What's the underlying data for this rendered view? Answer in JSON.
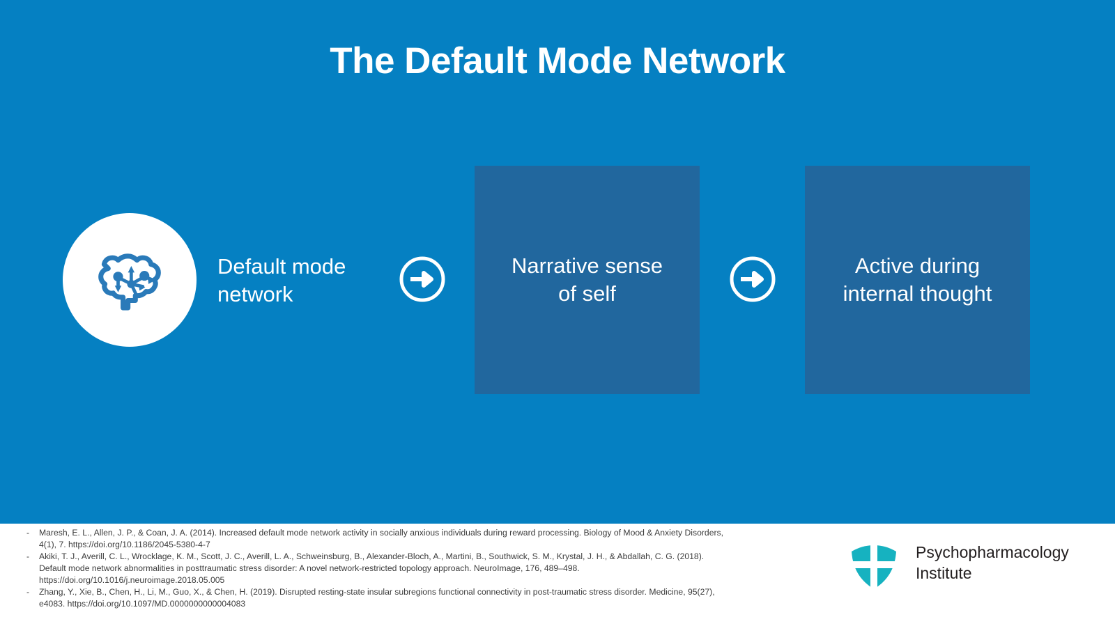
{
  "slide": {
    "title": "The Default Mode Network",
    "background_color": "#0580c2",
    "panel_color": "#21679e"
  },
  "flow": {
    "brain_icon": "brain-network-icon",
    "left_label": "Default mode\nnetwork",
    "arrow_1": "arrow-right-circle-icon",
    "panel_1": "Narrative sense\nof self",
    "arrow_2": "arrow-right-circle-icon",
    "panel_2": "Active during\ninternal thought"
  },
  "footer": {
    "bullet": "-",
    "references": [
      "Maresh, E. L., Allen, J. P., & Coan, J. A. (2014). Increased default mode network activity in socially anxious individuals during reward processing. Biology of Mood & Anxiety Disorders, 4(1), 7. https://doi.org/10.1186/2045-5380-4-7",
      "Akiki, T. J., Averill, C. L., Wrocklage, K. M., Scott, J. C., Averill, L. A., Schweinsburg, B., Alexander-Bloch, A., Martini, B., Southwick, S. M., Krystal, J. H., & Abdallah, C. G. (2018). Default mode network abnormalities in posttraumatic stress disorder: A novel network-restricted topology approach. NeuroImage, 176, 489–498. https://doi.org/10.1016/j.neuroimage.2018.05.005",
      "Zhang, Y., Xie, B., Chen, H., Li, M., Guo, X., & Chen, H. (2019). Disrupted resting-state insular subregions functional connectivity in post-traumatic stress disorder. Medicine, 95(27), e4083. https://doi.org/10.1097/MD.0000000000004083"
    ],
    "logo": {
      "mark": "shield-cross-icon",
      "mark_color": "#16b2c0",
      "line1": "Psychopharmacology",
      "line2": "Institute"
    }
  }
}
